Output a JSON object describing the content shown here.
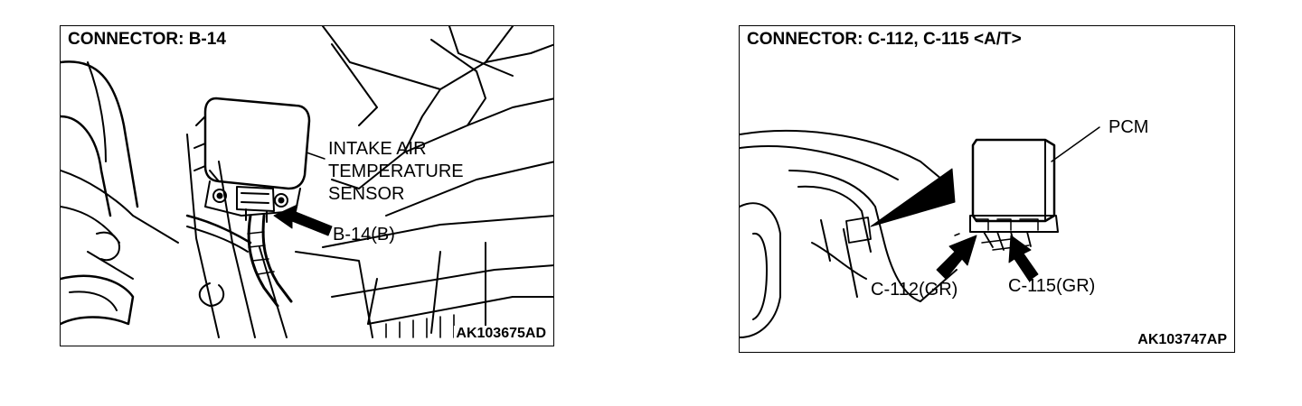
{
  "figures": [
    {
      "title": "CONNECTOR: B-14",
      "labels": {
        "component_line1": "INTAKE AIR",
        "component_line2": "TEMPERATURE",
        "component_line3": "SENSOR",
        "connector": "B-14(B)"
      },
      "code": "AK103675AD"
    },
    {
      "title": "CONNECTOR: C-112, C-115 <A/T>",
      "labels": {
        "module": "PCM",
        "connector_left": "C-112(GR)",
        "connector_right": "C-115(GR)"
      },
      "code": "AK103747AP"
    }
  ],
  "colors": {
    "line": "#000000",
    "background": "#ffffff"
  }
}
